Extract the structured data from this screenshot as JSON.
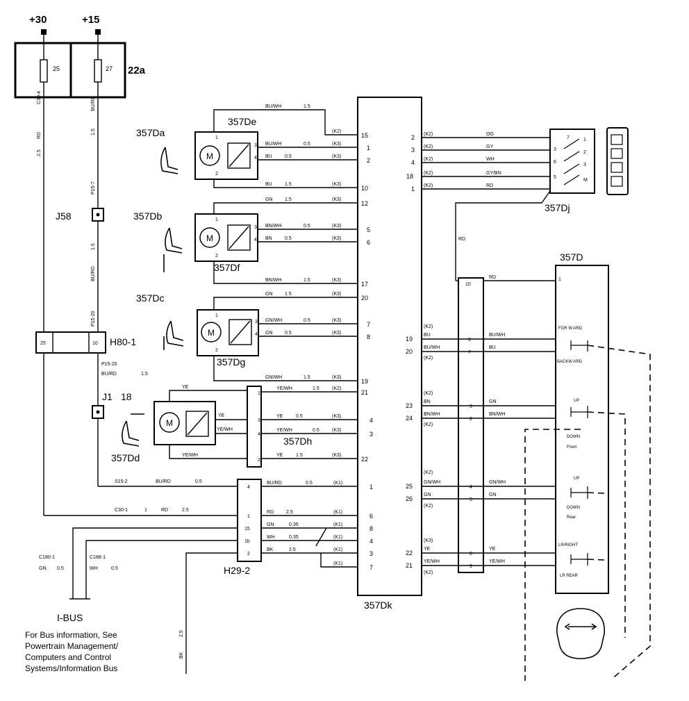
{
  "supply": {
    "plus30": "+30",
    "plus15": "+15",
    "fuse_box": "22a",
    "fuse_a": "25",
    "fuse_b": "27"
  },
  "left_wires": {
    "rd": "RD",
    "rd_size": "2.5",
    "c30_4": "C30-4",
    "bu_rd": "BU/RD",
    "bu_rd_size": "1.5",
    "p15_7": "P15-7",
    "bu_rd_2": "BU/RD",
    "bu_rd_2_size": "1.5",
    "p15_20": "P15-20",
    "p15_20b": "P15-20",
    "bu_rd_3": "BU/RD",
    "bu_rd_3_size": "1.5"
  },
  "connectors": {
    "j58": "J58",
    "h80": "H80-1",
    "h80_pin_a": "25",
    "h80_pin_b": "10",
    "j1": "J1",
    "j1_pin": "18",
    "h29": "H29-2",
    "ibus": "I-BUS"
  },
  "ibus_labels": {
    "c180_1": "C180-1",
    "c180_1_col": "GN",
    "c180_1_size": "0.5",
    "c188_1": "C188-1",
    "c188_1_col": "WH",
    "c188_1_size": "0.5"
  },
  "note": {
    "line1": "For Bus information, See",
    "line2": "Powertrain Management/",
    "line3": "Computers and Control",
    "line4": "Systems/Information Bus"
  },
  "components": {
    "da": "357Da",
    "de": "357De",
    "db": "357Db",
    "df": "357Df",
    "dc": "357Dc",
    "dg": "357Dg",
    "dd": "357Dd",
    "dh": "357Dh",
    "dk": "357Dk",
    "dj": "357Dj",
    "d": "357D"
  },
  "motor": "M",
  "wires_mid": [
    {
      "color": "BU/WH",
      "size": "1.5",
      "conn": "(K2)",
      "pin": "15"
    },
    {
      "color": "BU/WH",
      "size": "0.5",
      "conn": "(K3)",
      "pin": "1"
    },
    {
      "color": "BU",
      "size": "0.5",
      "conn": "(K3)",
      "pin": "2"
    },
    {
      "color": "BU",
      "size": "1.5",
      "conn": "(K3)",
      "pin": "10"
    },
    {
      "color": "GN",
      "size": "1.5",
      "conn": "(K3)",
      "pin": "12"
    },
    {
      "color": "BN/WH",
      "size": "0.5",
      "conn": "(K3)",
      "pin": "5"
    },
    {
      "color": "BN",
      "size": "0.5",
      "conn": "(K3)",
      "pin": "6"
    },
    {
      "color": "BN/WH",
      "size": "1.5",
      "conn": "(K3)",
      "pin": "17"
    },
    {
      "color": "GN",
      "size": "1.5",
      "conn": "(K3)",
      "pin": "20"
    },
    {
      "color": "GN/WH",
      "size": "0.5",
      "conn": "(K3)",
      "pin": "7"
    },
    {
      "color": "GN",
      "size": "0.5",
      "conn": "(K3)",
      "pin": "8"
    },
    {
      "color": "GN/WH",
      "size": "1.5",
      "conn": "(K3)",
      "pin": "19"
    },
    {
      "color": "YE/WH",
      "size": "1.5",
      "conn": "(K2)",
      "pin": "21"
    },
    {
      "color": "YE",
      "size": "0.5",
      "conn": "(K3)",
      "pin": "4"
    },
    {
      "color": "YE/WH",
      "size": "0.5",
      "conn": "(K3)",
      "pin": "3"
    },
    {
      "color": "YE",
      "size": "1.5",
      "conn": "(K3)",
      "pin": "22"
    },
    {
      "color": "BU/RD",
      "size": "0.5",
      "conn": "(K1)",
      "pin": "1"
    },
    {
      "color": "RD",
      "size": "2.5",
      "conn": "(K1)",
      "pin": "6"
    },
    {
      "color": "GN",
      "size": "0.35",
      "conn": "(K1)",
      "pin": "8"
    },
    {
      "color": "WH",
      "size": "0.35",
      "conn": "(K1)",
      "pin": "4"
    },
    {
      "color": "BK",
      "size": "2.5",
      "conn": "(K1)",
      "pin": "3"
    },
    {
      "conn": "(K1)",
      "pin": "7"
    }
  ],
  "motor_wires": {
    "ye1": "YE",
    "ye2": "YE",
    "yewh1": "YE/WH",
    "yewh2": "YE/WH",
    "ye_dh": "YE"
  },
  "bottom_left": {
    "s15_2": "S15-2",
    "bu_rd": "BU/RD",
    "bu_rd_size": "0.5",
    "c30_1": "C30-1",
    "c30_1_num": "1",
    "c30_1_col": "RD",
    "c30_1_size": "2.5",
    "bk_size": "2.5",
    "bk": "BK"
  },
  "dh_pins": [
    "1",
    "3",
    "4",
    "2"
  ],
  "h29_pins": [
    "4",
    "1",
    "15",
    "1b",
    "2"
  ],
  "right_wires": [
    {
      "pin": "2",
      "conn": "(K2)",
      "color": "OG"
    },
    {
      "pin": "3",
      "conn": "(K2)",
      "color": "GY"
    },
    {
      "pin": "4",
      "conn": "(K2)",
      "color": "WH"
    },
    {
      "pin": "18",
      "conn": "(K2)",
      "color": "GY/BN"
    },
    {
      "pin": "1",
      "conn": "(K2)",
      "color": "RD"
    }
  ],
  "dj_pins": [
    "7",
    "3",
    "6",
    "5",
    "1",
    "2",
    "3",
    "M"
  ],
  "rd_vert": "RD",
  "right_lower": [
    {
      "pin": "19",
      "conn": "(K2)",
      "col": "BU",
      "pin2": "6",
      "col2": "BU/WH"
    },
    {
      "pin": "20",
      "conn": "(K2)",
      "col": "BU/WH",
      "pin2": "7",
      "col2": "BU"
    },
    {
      "pin": "23",
      "conn": "(K2)",
      "col": "BN",
      "pin2": "3",
      "col2": "GN"
    },
    {
      "pin": "24",
      "conn": "(K2)",
      "col": "BN/WH",
      "pin2": "2",
      "col2": "BN/WH"
    },
    {
      "pin": "25",
      "conn": "(K2)",
      "col": "GN/WH",
      "pin2": "4",
      "col2": "GN/WH"
    },
    {
      "pin": "26",
      "conn": "(K2)",
      "col": "GN",
      "pin2": "5",
      "col2": "GN"
    },
    {
      "pin": "22",
      "conn": "(K3)",
      "col": "YE",
      "pin2": "8",
      "col2": "YE"
    },
    {
      "pin": "21",
      "conn": "(K2)",
      "col": "YE/WH",
      "pin2": "9",
      "col2": "YE/WH"
    }
  ],
  "rd_top": {
    "pin": "10",
    "col": "RD",
    "pin_d": "1"
  },
  "switch_labels": {
    "fwd": "FOR W ARD",
    "bwd": "BACKW ARD",
    "up1": "UP",
    "down1": "DOWN",
    "front": "Front",
    "up2": "UP",
    "down2": "DOWN",
    "rear": "Rear",
    "lr_right": "LR/RIGHT",
    "lr_rear": "LR REAR"
  }
}
